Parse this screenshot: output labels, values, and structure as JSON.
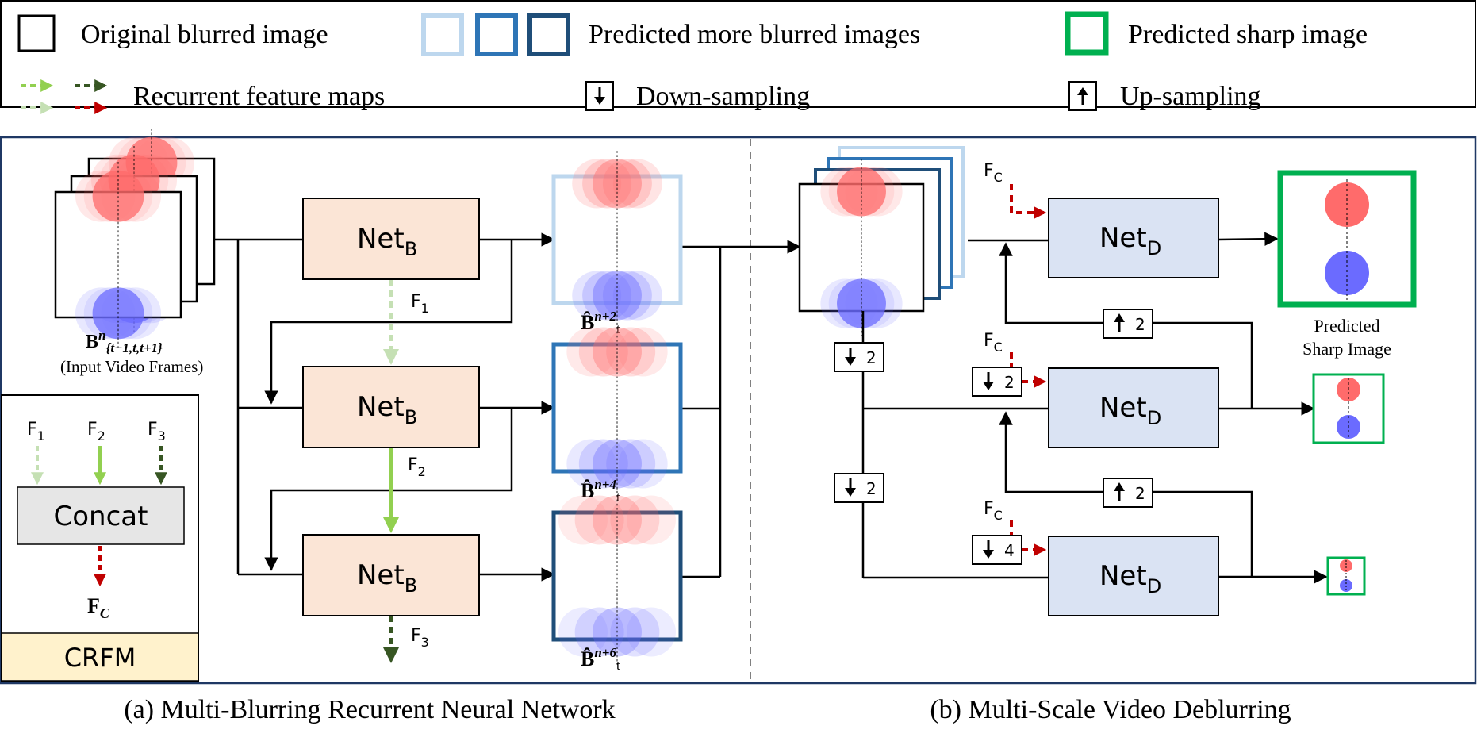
{
  "legend": {
    "original_blurred": "Original blurred image",
    "predicted_more_blurred": "Predicted more blurred images",
    "predicted_sharp": "Predicted sharp image",
    "recurrent_feature_maps": "Recurrent feature maps",
    "down_sampling": "Down-sampling",
    "up_sampling": "Up-sampling",
    "colors": {
      "more_blurred": [
        "#bdd7ee",
        "#2e75b6",
        "#1f4e79"
      ],
      "sharp": "#00b050",
      "arrow_f1": "#c5e0b4",
      "arrow_f2": "#92d050",
      "arrow_f3": "#375623",
      "arrow_fc": "#c00000"
    }
  },
  "panel_a": {
    "caption": "(a) Multi-Blurring Recurrent Neural Network",
    "input_label_base": "B",
    "input_label_sup": "n",
    "input_label_sub": "{t−1,t,t+1}",
    "input_caption": "(Input Video Frames)",
    "net_base": "Net",
    "net_sub": "B",
    "features": [
      "F",
      "F",
      "F"
    ],
    "feature_subs": [
      "1",
      "2",
      "3"
    ],
    "outputs": [
      {
        "base": "B̂",
        "sup": "n+2",
        "sub": "t"
      },
      {
        "base": "B̂",
        "sup": "n+4",
        "sub": "t"
      },
      {
        "base": "B̂",
        "sup": "n+6",
        "sub": "t"
      }
    ],
    "crfm": {
      "inputs": [
        "F",
        "F",
        "F"
      ],
      "input_subs": [
        "1",
        "2",
        "3"
      ],
      "concat": "Concat",
      "output_base": "F",
      "output_sub": "C",
      "title": "CRFM"
    }
  },
  "panel_b": {
    "caption": "(b) Multi-Scale Video Deblurring",
    "net_base": "Net",
    "net_sub": "D",
    "fc_base": "F",
    "fc_sub": "C",
    "down_left": [
      "2",
      "2"
    ],
    "down_fc": [
      "2",
      "4"
    ],
    "up": [
      "2",
      "2"
    ],
    "sharp_caption_1": "Predicted",
    "sharp_caption_2": "Sharp Image"
  }
}
